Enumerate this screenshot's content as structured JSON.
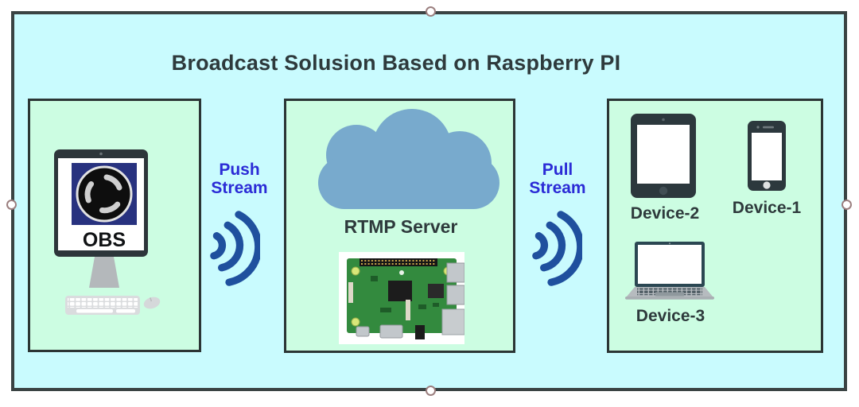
{
  "title": "Broadcast Solusion Based on Raspberry PI",
  "obs": {
    "label": "OBS"
  },
  "server": {
    "label": "RTMP Server"
  },
  "streams": {
    "push": {
      "line1": "Push",
      "line2": "Stream"
    },
    "pull": {
      "line1": "Pull",
      "line2": "Stream"
    }
  },
  "devices": [
    {
      "label": "Device-2",
      "type": "tablet"
    },
    {
      "label": "Device-1",
      "type": "phone"
    },
    {
      "label": "Device-3",
      "type": "laptop"
    }
  ],
  "colors": {
    "diagram_bg": "#c9fbfe",
    "diagram_border": "#3a4343",
    "box_bg": "#ccfde2",
    "box_border": "#2b3535",
    "stream_label": "#2b2bd6",
    "signal_waves": "#1f509e",
    "cloud": "#78aacd",
    "obs_logo_bg": "#28327f",
    "text_dark": "#2e3a3c"
  }
}
